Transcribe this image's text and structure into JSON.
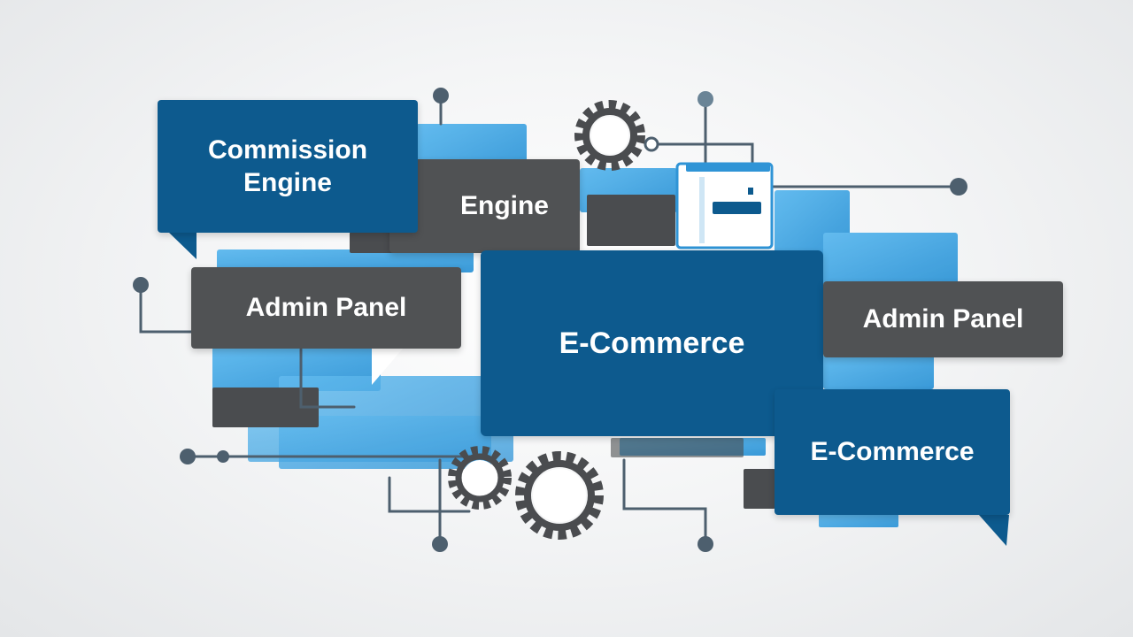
{
  "boxes": {
    "commission_engine": "Commission\nEngine",
    "engine": "Engine",
    "admin_panel_left": "Admin Panel",
    "ecommerce_main": "E-Commerce",
    "admin_panel_right": "Admin Panel",
    "ecommerce_small": "E-Commerce"
  },
  "colors": {
    "dark_blue": "#0d5a8e",
    "light_blue": "#3aa3e0",
    "gray": "#505254",
    "connector": "#4d5f6e",
    "background": "#f2f3f4"
  },
  "icons": [
    "gear-icon",
    "document-icon",
    "connector-node-icon"
  ]
}
